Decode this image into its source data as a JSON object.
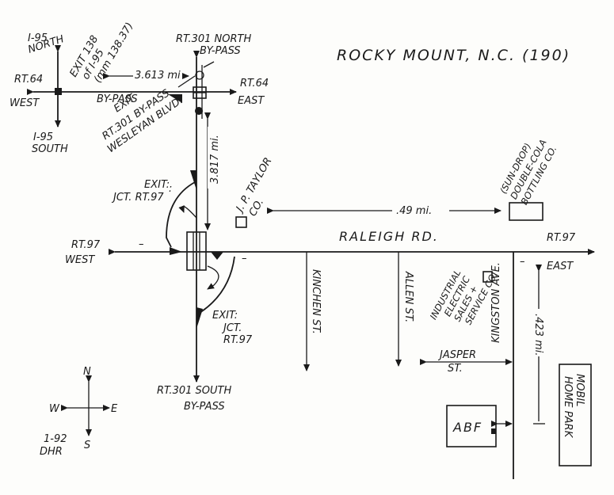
{
  "title": "ROCKY MOUNT, N.C. (190)",
  "highways": {
    "i95_north": [
      "I-95",
      "NORTH"
    ],
    "i95_south": [
      "I-95",
      "SOUTH"
    ],
    "rt64_west": [
      "RT.64",
      "WEST"
    ],
    "rt64_east": [
      "RT.64",
      "EAST"
    ],
    "bypass": "BY-PASS",
    "rt301_north": [
      "RT.301 NORTH",
      "BY-PASS"
    ],
    "rt301_south": [
      "RT.301 SOUTH",
      "BY-PASS"
    ],
    "rt97_west": [
      "RT.97",
      "WEST"
    ],
    "rt97_east_top": "RT.97",
    "rt97_east_bottom": "EAST",
    "raleigh_rd": "RALEIGH RD."
  },
  "exits": {
    "exit138": [
      "EXIT 138",
      "of I-95",
      "(mm 138.37)"
    ],
    "exit301": [
      "EXIT",
      "RT.301 BY-PASS",
      "WESLEYAN BLVD."
    ],
    "exit97_north": [
      "EXIT:",
      "JCT. RT.97"
    ],
    "exit97_south": [
      "EXIT:",
      "JCT.",
      "RT.97"
    ]
  },
  "distances": {
    "d1": "3.613 mi",
    "d2": "3.817 mi.",
    "d3": ".49 mi.",
    "d4": ".423 mi."
  },
  "streets": {
    "kinchen": "KINCHEN ST.",
    "allen": "ALLEN ST.",
    "jasper": [
      "JASPER",
      "ST."
    ],
    "kingston": "KINGSTON AVE."
  },
  "businesses": {
    "jp_taylor": [
      "J. P. TAYLOR",
      "CO."
    ],
    "sundrop": [
      "(SUN-DROP)",
      "DOUBLE-COLA",
      "BOTTLING CO."
    ],
    "industrial": [
      "INDUSTRIAL",
      "ELECTRIC",
      "SALES + ",
      "SERVICE CO."
    ],
    "abf": "ABF",
    "mobil_home": [
      "MOBIL",
      "HOME PARK"
    ]
  },
  "compass": {
    "n": "N",
    "s": "S",
    "e": "E",
    "w": "W"
  },
  "footer": [
    "1-92",
    "DHR"
  ]
}
